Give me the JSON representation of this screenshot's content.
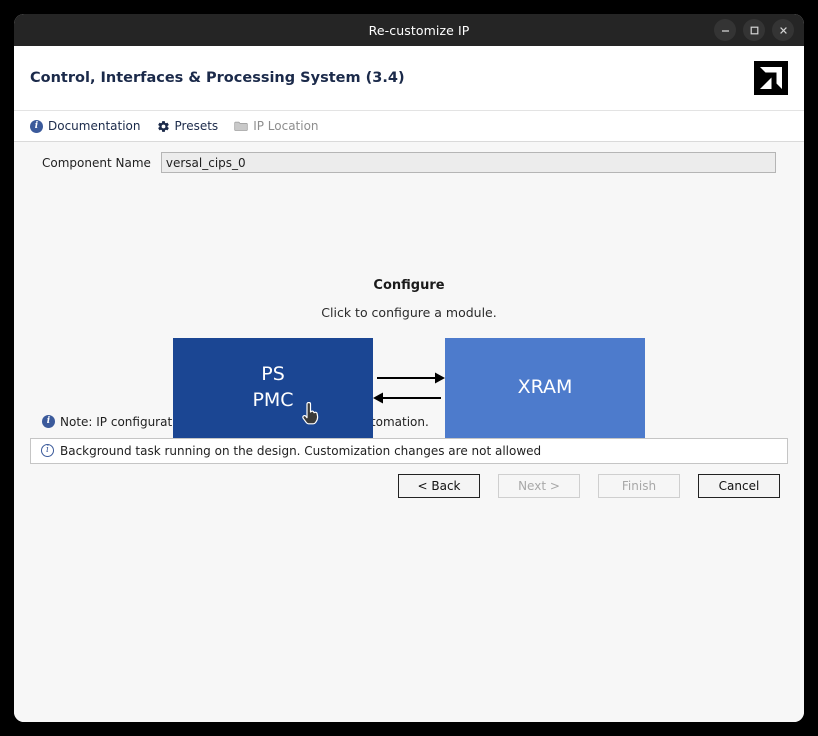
{
  "window": {
    "title": "Re-customize IP",
    "controls": [
      {
        "name": "minimize",
        "glyph": "minimize-icon"
      },
      {
        "name": "maximize",
        "glyph": "maximize-icon"
      },
      {
        "name": "close",
        "glyph": "close-icon"
      }
    ]
  },
  "header": {
    "title": "Control, Interfaces & Processing System (3.4)",
    "logo_alt": "amd-logo"
  },
  "toolbar": {
    "items": [
      {
        "label": "Documentation",
        "icon": "info-icon",
        "enabled": true
      },
      {
        "label": "Presets",
        "icon": "gear-icon",
        "enabled": true
      },
      {
        "label": "IP Location",
        "icon": "folder-icon",
        "enabled": false
      }
    ]
  },
  "component": {
    "label": "Component Name",
    "value": "versal_cips_0",
    "placeholder": "versal_cips_0"
  },
  "canvas": {
    "title": "Configure",
    "subtitle": "Click to configure a module.",
    "blocks": [
      {
        "id": "ps-pmc",
        "lines": [
          "PS",
          "PMC"
        ],
        "color": "#1b4693"
      },
      {
        "id": "xram",
        "lines": [
          "XRAM"
        ],
        "color": "#4d7bcc"
      }
    ],
    "connections": [
      {
        "direction": "right",
        "from": "ps-pmc",
        "to": "xram"
      },
      {
        "direction": "left",
        "from": "xram",
        "to": "ps-pmc"
      }
    ],
    "cursor": "pointing-hand-cursor"
  },
  "footer": {
    "note": "Note: IP configuration changes will disable Block Automation.",
    "status": "Background task running on the design. Customization changes are not allowed",
    "buttons": [
      {
        "label": "< Back",
        "name": "back-button",
        "enabled": true
      },
      {
        "label": "Next >",
        "name": "next-button",
        "enabled": false
      },
      {
        "label": "Finish",
        "name": "finish-button",
        "enabled": false
      },
      {
        "label": "Cancel",
        "name": "cancel-button",
        "enabled": true
      }
    ]
  },
  "colors": {
    "titlebar": "#252525",
    "accent_dark_blue": "#1b4693",
    "accent_light_blue": "#4d7bcc",
    "info_blue": "#3b5a9b",
    "background": "#f7f7f7"
  }
}
